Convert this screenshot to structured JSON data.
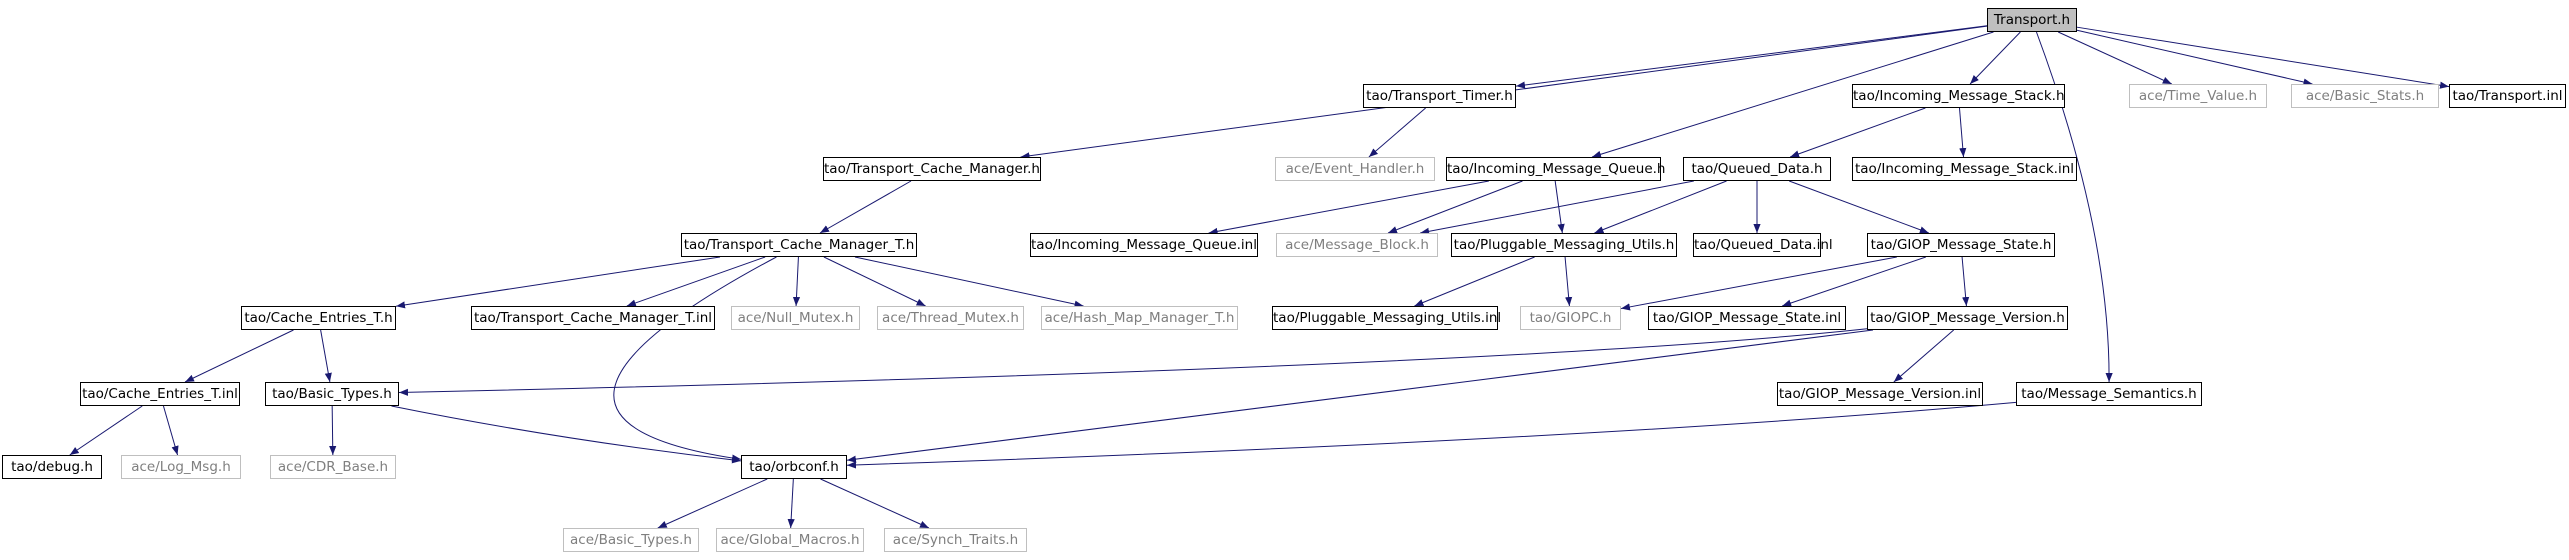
{
  "graph": {
    "edge_color": "#191970",
    "nodes": [
      {
        "id": "transport_h",
        "label": "Transport.h",
        "kind": "root"
      },
      {
        "id": "transport_timer",
        "label": "tao/Transport_Timer.h",
        "kind": "local"
      },
      {
        "id": "incoming_message_stack",
        "label": "tao/Incoming_Message_Stack.h",
        "kind": "local"
      },
      {
        "id": "ace_time_value",
        "label": "ace/Time_Value.h",
        "kind": "external"
      },
      {
        "id": "ace_basic_stats",
        "label": "ace/Basic_Stats.h",
        "kind": "external"
      },
      {
        "id": "transport_inl",
        "label": "tao/Transport.inl",
        "kind": "local"
      },
      {
        "id": "transport_cache_manager",
        "label": "tao/Transport_Cache_Manager.h",
        "kind": "local"
      },
      {
        "id": "ace_event_handler",
        "label": "ace/Event_Handler.h",
        "kind": "external"
      },
      {
        "id": "incoming_message_queue",
        "label": "tao/Incoming_Message_Queue.h",
        "kind": "local"
      },
      {
        "id": "queued_data",
        "label": "tao/Queued_Data.h",
        "kind": "local"
      },
      {
        "id": "incoming_message_stack_inl",
        "label": "tao/Incoming_Message_Stack.inl",
        "kind": "local"
      },
      {
        "id": "transport_cache_manager_t",
        "label": "tao/Transport_Cache_Manager_T.h",
        "kind": "local"
      },
      {
        "id": "incoming_message_queue_inl",
        "label": "tao/Incoming_Message_Queue.inl",
        "kind": "local"
      },
      {
        "id": "ace_message_block",
        "label": "ace/Message_Block.h",
        "kind": "external"
      },
      {
        "id": "pluggable_messaging_utils",
        "label": "tao/Pluggable_Messaging_Utils.h",
        "kind": "local"
      },
      {
        "id": "queued_data_inl",
        "label": "tao/Queued_Data.inl",
        "kind": "local"
      },
      {
        "id": "giop_message_state",
        "label": "tao/GIOP_Message_State.h",
        "kind": "local"
      },
      {
        "id": "cache_entries_t",
        "label": "tao/Cache_Entries_T.h",
        "kind": "local"
      },
      {
        "id": "transport_cache_manager_t_inl",
        "label": "tao/Transport_Cache_Manager_T.inl",
        "kind": "local"
      },
      {
        "id": "ace_null_mutex",
        "label": "ace/Null_Mutex.h",
        "kind": "external"
      },
      {
        "id": "ace_thread_mutex",
        "label": "ace/Thread_Mutex.h",
        "kind": "external"
      },
      {
        "id": "ace_hash_map_manager_t",
        "label": "ace/Hash_Map_Manager_T.h",
        "kind": "external"
      },
      {
        "id": "pluggable_messaging_utils_inl",
        "label": "tao/Pluggable_Messaging_Utils.inl",
        "kind": "local"
      },
      {
        "id": "giopc",
        "label": "tao/GIOPC.h",
        "kind": "external"
      },
      {
        "id": "giop_message_state_inl",
        "label": "tao/GIOP_Message_State.inl",
        "kind": "local"
      },
      {
        "id": "giop_message_version",
        "label": "tao/GIOP_Message_Version.h",
        "kind": "local"
      },
      {
        "id": "cache_entries_t_inl",
        "label": "tao/Cache_Entries_T.inl",
        "kind": "local"
      },
      {
        "id": "basic_types",
        "label": "tao/Basic_Types.h",
        "kind": "local"
      },
      {
        "id": "giop_message_version_inl",
        "label": "tao/GIOP_Message_Version.inl",
        "kind": "local"
      },
      {
        "id": "message_semantics",
        "label": "tao/Message_Semantics.h",
        "kind": "local"
      },
      {
        "id": "tao_debug",
        "label": "tao/debug.h",
        "kind": "local"
      },
      {
        "id": "ace_log_msg",
        "label": "ace/Log_Msg.h",
        "kind": "external"
      },
      {
        "id": "ace_cdr_base",
        "label": "ace/CDR_Base.h",
        "kind": "external"
      },
      {
        "id": "orbconf",
        "label": "tao/orbconf.h",
        "kind": "local"
      },
      {
        "id": "ace_basic_types",
        "label": "ace/Basic_Types.h",
        "kind": "external"
      },
      {
        "id": "ace_global_macros",
        "label": "ace/Global_Macros.h",
        "kind": "external"
      },
      {
        "id": "ace_synch_traits",
        "label": "ace/Synch_Traits.h",
        "kind": "external"
      }
    ],
    "edges": [
      [
        "transport_h",
        "transport_timer"
      ],
      [
        "transport_h",
        "incoming_message_stack"
      ],
      [
        "transport_h",
        "ace_time_value"
      ],
      [
        "transport_h",
        "ace_basic_stats"
      ],
      [
        "transport_h",
        "transport_inl"
      ],
      [
        "transport_h",
        "transport_cache_manager"
      ],
      [
        "transport_h",
        "incoming_message_queue"
      ],
      [
        "transport_h",
        "message_semantics"
      ],
      [
        "transport_timer",
        "ace_event_handler"
      ],
      [
        "incoming_message_stack",
        "queued_data"
      ],
      [
        "incoming_message_stack",
        "incoming_message_stack_inl"
      ],
      [
        "transport_cache_manager",
        "transport_cache_manager_t"
      ],
      [
        "incoming_message_queue",
        "incoming_message_queue_inl"
      ],
      [
        "incoming_message_queue",
        "ace_message_block"
      ],
      [
        "incoming_message_queue",
        "pluggable_messaging_utils"
      ],
      [
        "queued_data",
        "ace_message_block"
      ],
      [
        "queued_data",
        "pluggable_messaging_utils"
      ],
      [
        "queued_data",
        "queued_data_inl"
      ],
      [
        "queued_data",
        "giop_message_state"
      ],
      [
        "transport_cache_manager_t",
        "cache_entries_t"
      ],
      [
        "transport_cache_manager_t",
        "transport_cache_manager_t_inl"
      ],
      [
        "transport_cache_manager_t",
        "ace_null_mutex"
      ],
      [
        "transport_cache_manager_t",
        "ace_thread_mutex"
      ],
      [
        "transport_cache_manager_t",
        "ace_hash_map_manager_t"
      ],
      [
        "transport_cache_manager_t",
        "orbconf"
      ],
      [
        "pluggable_messaging_utils",
        "pluggable_messaging_utils_inl"
      ],
      [
        "pluggable_messaging_utils",
        "giopc"
      ],
      [
        "giop_message_state",
        "giopc"
      ],
      [
        "giop_message_state",
        "giop_message_state_inl"
      ],
      [
        "giop_message_state",
        "giop_message_version"
      ],
      [
        "cache_entries_t",
        "cache_entries_t_inl"
      ],
      [
        "cache_entries_t",
        "basic_types"
      ],
      [
        "giop_message_version",
        "basic_types"
      ],
      [
        "giop_message_version",
        "giop_message_version_inl"
      ],
      [
        "giop_message_version",
        "orbconf"
      ],
      [
        "cache_entries_t_inl",
        "tao_debug"
      ],
      [
        "cache_entries_t_inl",
        "ace_log_msg"
      ],
      [
        "basic_types",
        "ace_cdr_base"
      ],
      [
        "basic_types",
        "orbconf"
      ],
      [
        "message_semantics",
        "orbconf"
      ],
      [
        "orbconf",
        "ace_basic_types"
      ],
      [
        "orbconf",
        "ace_global_macros"
      ],
      [
        "orbconf",
        "ace_synch_traits"
      ]
    ]
  }
}
